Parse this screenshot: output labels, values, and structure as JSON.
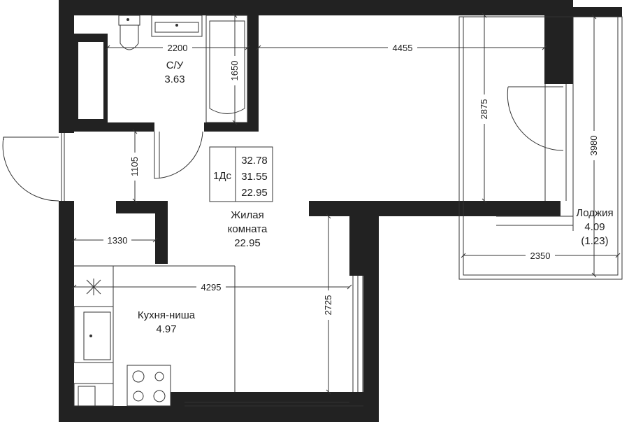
{
  "apartment": {
    "type": "1Дс",
    "areas": [
      "32.78",
      "31.55",
      "22.95"
    ]
  },
  "rooms": {
    "bathroom": {
      "name": "С/У",
      "area": "3.63"
    },
    "living": {
      "name_line1": "Жилая",
      "name_line2": "комната",
      "area": "22.95"
    },
    "kitchen": {
      "name": "Кухня-ниша",
      "area": "4.97"
    },
    "loggia": {
      "name": "Лоджия",
      "area": "4.09",
      "area_reduced": "(1.23)"
    }
  },
  "dimensions": {
    "d2200": "2200",
    "d4455": "4455",
    "d1650": "1650",
    "d2875": "2875",
    "d3980": "3980",
    "d1105": "1105",
    "d1330": "1330",
    "d2350": "2350",
    "d4295": "4295",
    "d2725": "2725"
  }
}
